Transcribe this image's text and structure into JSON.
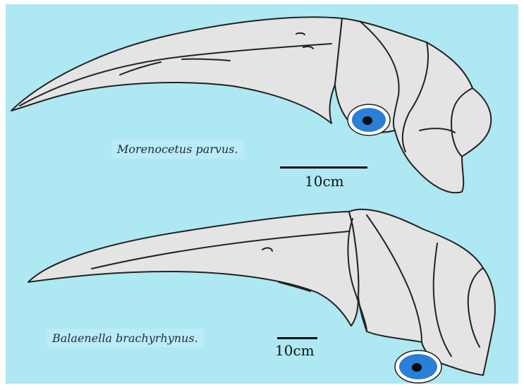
{
  "figure": {
    "colors": {
      "background": "#aee8f2",
      "frame": "#ffffff",
      "skull_fill": "#e4e4e4",
      "outline": "#222222",
      "eye_blue": "#2a7fd6",
      "eye_ring": "#ffffff",
      "pupil": "#0b0b0b"
    }
  },
  "skulls": [
    {
      "name": "Morenocetus parvus.",
      "scale_label": "10cm"
    },
    {
      "name": "Balaenella brachyrhynus.",
      "scale_label": "10cm"
    }
  ]
}
